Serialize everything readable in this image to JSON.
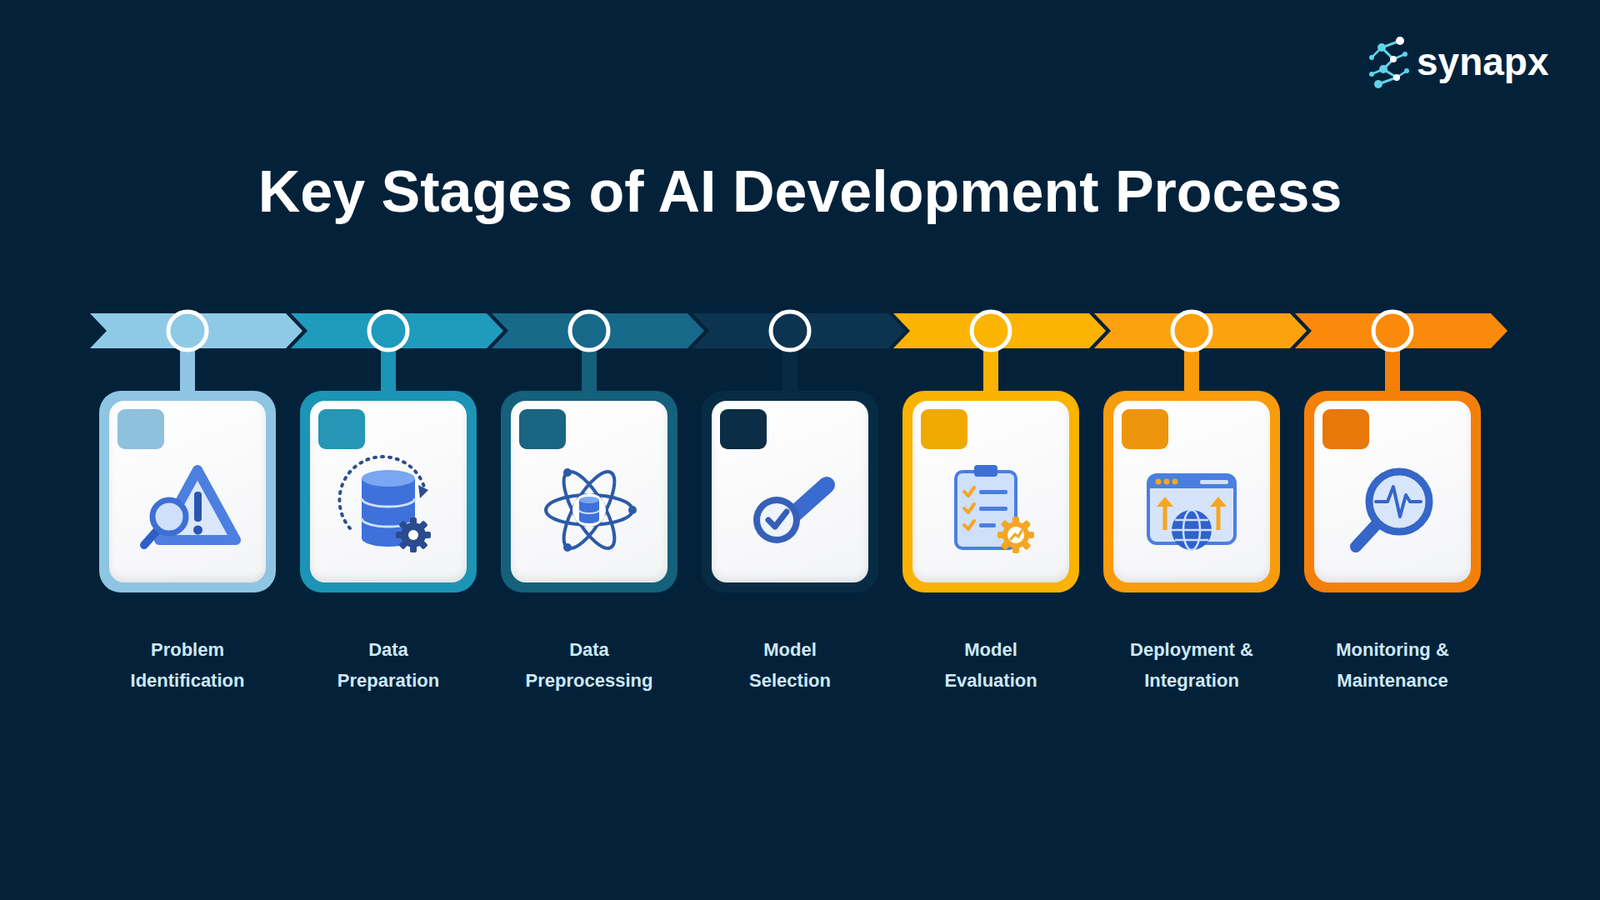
{
  "diagram": {
    "title": "Key Stages of AI Development Process",
    "nodes": [
      {
        "text": [
          "Problem Identification"
        ]
      },
      {
        "text": [
          "Data Preparation"
        ]
      },
      {
        "text": [
          "Data Preprocessing"
        ]
      },
      {
        "text": [
          "Model Selection"
        ]
      },
      {
        "text": [
          "Model Evaluation"
        ]
      },
      {
        "text": [
          "Deployment & Integration"
        ]
      },
      {
        "text": [
          "Monitoring & Maintenance"
        ]
      }
    ],
    "labels": [
      "synapx"
    ]
  }
}
